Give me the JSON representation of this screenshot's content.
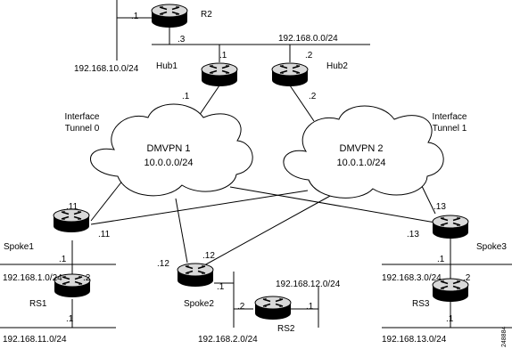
{
  "diagram": {
    "routers": {
      "r2": "R2",
      "hub1": "Hub1",
      "hub2": "Hub2",
      "spoke1": "Spoke1",
      "spoke2": "Spoke2",
      "spoke3": "Spoke3",
      "rs1": "RS1",
      "rs2": "RS2",
      "rs3": "RS3"
    },
    "clouds": {
      "dmvpn1": {
        "name": "DMVPN 1",
        "subnet": "10.0.0.0/24"
      },
      "dmvpn2": {
        "name": "DMVPN 2",
        "subnet": "10.0.1.0/24"
      }
    },
    "interfaces": {
      "tunnel0_line1": "Interface",
      "tunnel0_line2": "Tunnel 0",
      "tunnel1_line1": "Interface",
      "tunnel1_line2": "Tunnel 1"
    },
    "networks": {
      "n168_0": "192.168.0.0/24",
      "n168_10": "192.168.10.0/24",
      "n168_1": "192.168.1.0/24",
      "n168_11": "192.168.11.0/24",
      "n168_12": "192.168.12.0/24",
      "n168_2": "192.168.2.0/24",
      "n168_3": "192.168.3.0/24",
      "n168_13": "192.168.13.0/24"
    },
    "host_ids": {
      "r2_left": ".1",
      "r2_down": ".3",
      "hub1_lan": ".1",
      "hub2_lan": ".2",
      "hub1_tunnel": ".1",
      "hub2_tunnel": ".2",
      "spoke1_tunnel_a": ".11",
      "spoke1_tunnel_b": ".11",
      "spoke1_lan": ".1",
      "rs1_up": ".2",
      "rs1_down": ".1",
      "spoke2_tunnel_a": ".12",
      "spoke2_tunnel_b": ".12",
      "spoke2_lan": ".1",
      "rs2_left": ".2",
      "rs2_right": ".1",
      "spoke3_tunnel_a": ".13",
      "spoke3_tunnel_b": ".13",
      "spoke3_lan": ".1",
      "rs3_up": ".2",
      "rs3_down": ".1"
    },
    "figure_id": "248884"
  }
}
